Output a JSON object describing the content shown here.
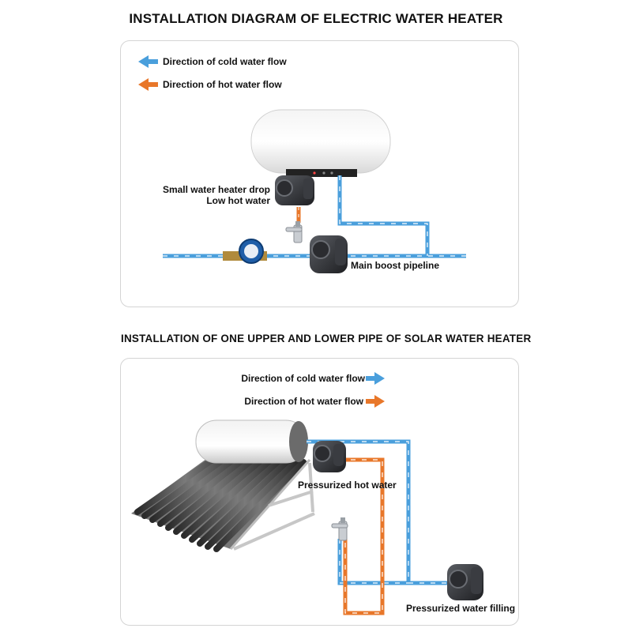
{
  "top": {
    "title": "INSTALLATION DIAGRAM OF ELECTRIC WATER HEATER",
    "legend_cold": "Direction of cold water flow",
    "legend_hot": "Direction of hot water flow",
    "label_drop_1": "Small water heater drop",
    "label_drop_2": "Low hot water",
    "label_main": "Main boost pipeline"
  },
  "bottom": {
    "title": "INSTALLATION OF ONE UPPER AND LOWER PIPE OF SOLAR WATER HEATER",
    "legend_cold": "Direction of cold water flow",
    "legend_hot": "Direction of hot water flow",
    "label_hot": "Pressurized hot water",
    "label_fill": "Pressurized water filling"
  },
  "colors": {
    "cold": "#4a9fdc",
    "hot": "#e8772a"
  }
}
